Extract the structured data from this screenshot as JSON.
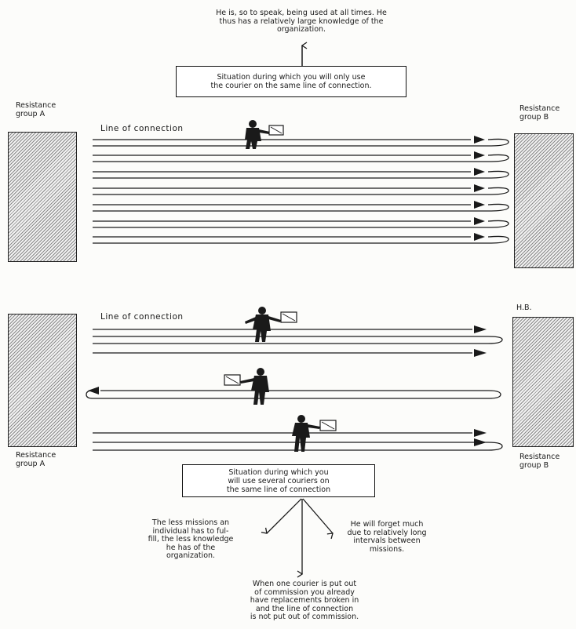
{
  "top_note": "He is, so to speak, being used at all times. He\nthus has a relatively large knowledge of the\norganization.",
  "upper": {
    "situation_box": "Situation during which you will only use\nthe courier on the same line of connection.",
    "group_a": "Resistance\ngroup A",
    "group_b": "Resistance\ngroup B",
    "line_label": "Line of connection"
  },
  "lower": {
    "situation_box": "Situation during which you\nwill use several couriers on\nthe same line of connection",
    "group_a": "Resistance\ngroup A",
    "group_b": "Resistance\ngroup B",
    "corner_mark": "H.B.",
    "line_label": "Line of connection"
  },
  "consequences": {
    "left": "The less missions an\nindividual has to ful-\nfill, the less knowledge\nhe has of the\norganization.",
    "right": "He will forget much\ndue to relatively long\nintervals between\nmissions.",
    "bottom": "When one courier is put out\nof commission you already\nhave replacements broken in\nand the line of connection\nis not put out of commission."
  },
  "colors": {
    "ink": "#1a1a1a",
    "paper": "#fcfcfa",
    "hatch": "#8a8a8a"
  }
}
